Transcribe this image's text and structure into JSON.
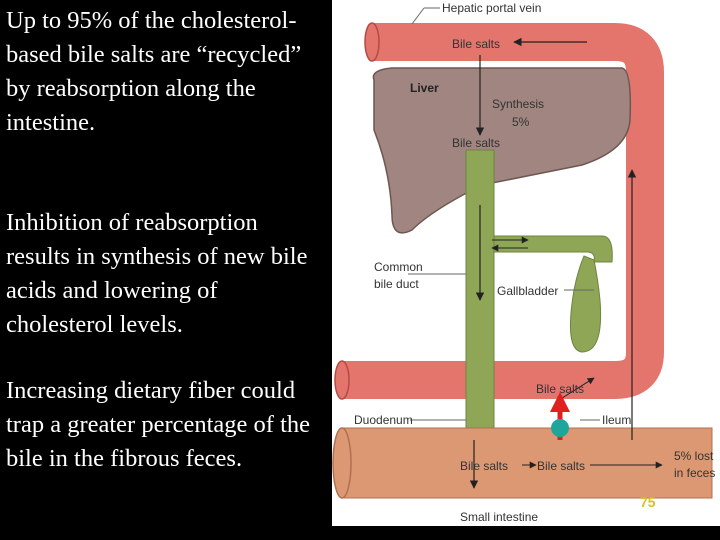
{
  "text": {
    "paragraph_1": "Up to 95% of the cholesterol-based bile salts are “recycled” by reabsorption along the intestine.",
    "paragraph_2": "Inhibition of reabsorption results in synthesis of new bile acids and lowering of cholesterol levels.",
    "paragraph_3": "Increasing dietary fiber could trap a greater percentage of the bile in the fibrous feces."
  },
  "diagram": {
    "hepatic_portal_vein": "Hepatic portal vein",
    "bile_salts_top": "Bile salts",
    "liver": "Liver",
    "synthesis": "Synthesis",
    "synthesis_pct": "5%",
    "bile_salts_liver": "Bile salts",
    "common_bile_duct_1": "Common",
    "common_bile_duct_2": "bile duct",
    "gallbladder": "Gallbladder",
    "bile_salts_ileum": "Bile salts",
    "duodenum": "Duodenum",
    "ileum": "Ileum",
    "bile_salts_intestine_1": "Bile salts",
    "bile_salts_intestine_2": "Bile salts",
    "lost_1": "5% lost",
    "lost_2": "in feces",
    "small_intestine": "Small intestine"
  },
  "slide_number": "75",
  "colors": {
    "vessel": "#e3756d",
    "liver": "#a08580",
    "duct": "#8fa656",
    "intestine": "#dc9872",
    "valve": "#1fa69a",
    "arrow_red": "#e02020"
  }
}
